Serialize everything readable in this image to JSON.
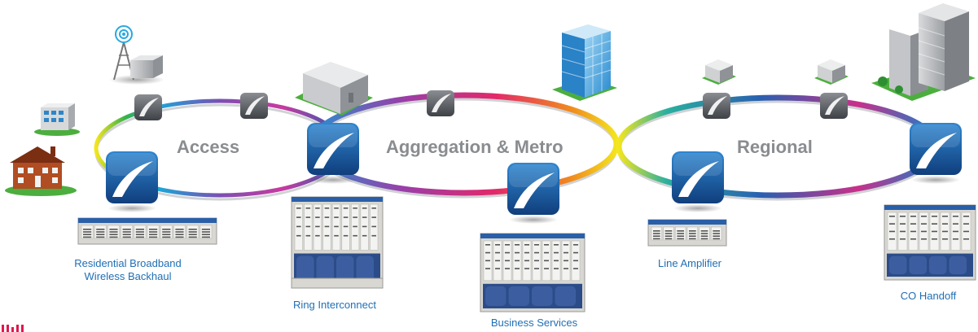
{
  "rings": {
    "access": "Access",
    "aggregation": "Aggregation &  Metro",
    "regional": "Regional"
  },
  "captions": {
    "residential_line1": "Residential Broadband",
    "residential_line2": "Wireless Backhaul",
    "ring_interconnect": "Ring Interconnect",
    "business_services": "Business Services",
    "line_amplifier": "Line Amplifier",
    "co_handoff": "CO Handoff"
  },
  "colors": {
    "caption": "#1f6fb5",
    "ring_label": "#8a8d90",
    "node_blue": "#1b5fa8",
    "brand_red": "#e0174f"
  },
  "icons": [
    "cell-tower-icon",
    "building-icon",
    "house-icon",
    "office-tower-icon",
    "network-node-icon",
    "amplifier-node-icon",
    "chassis-icon"
  ]
}
